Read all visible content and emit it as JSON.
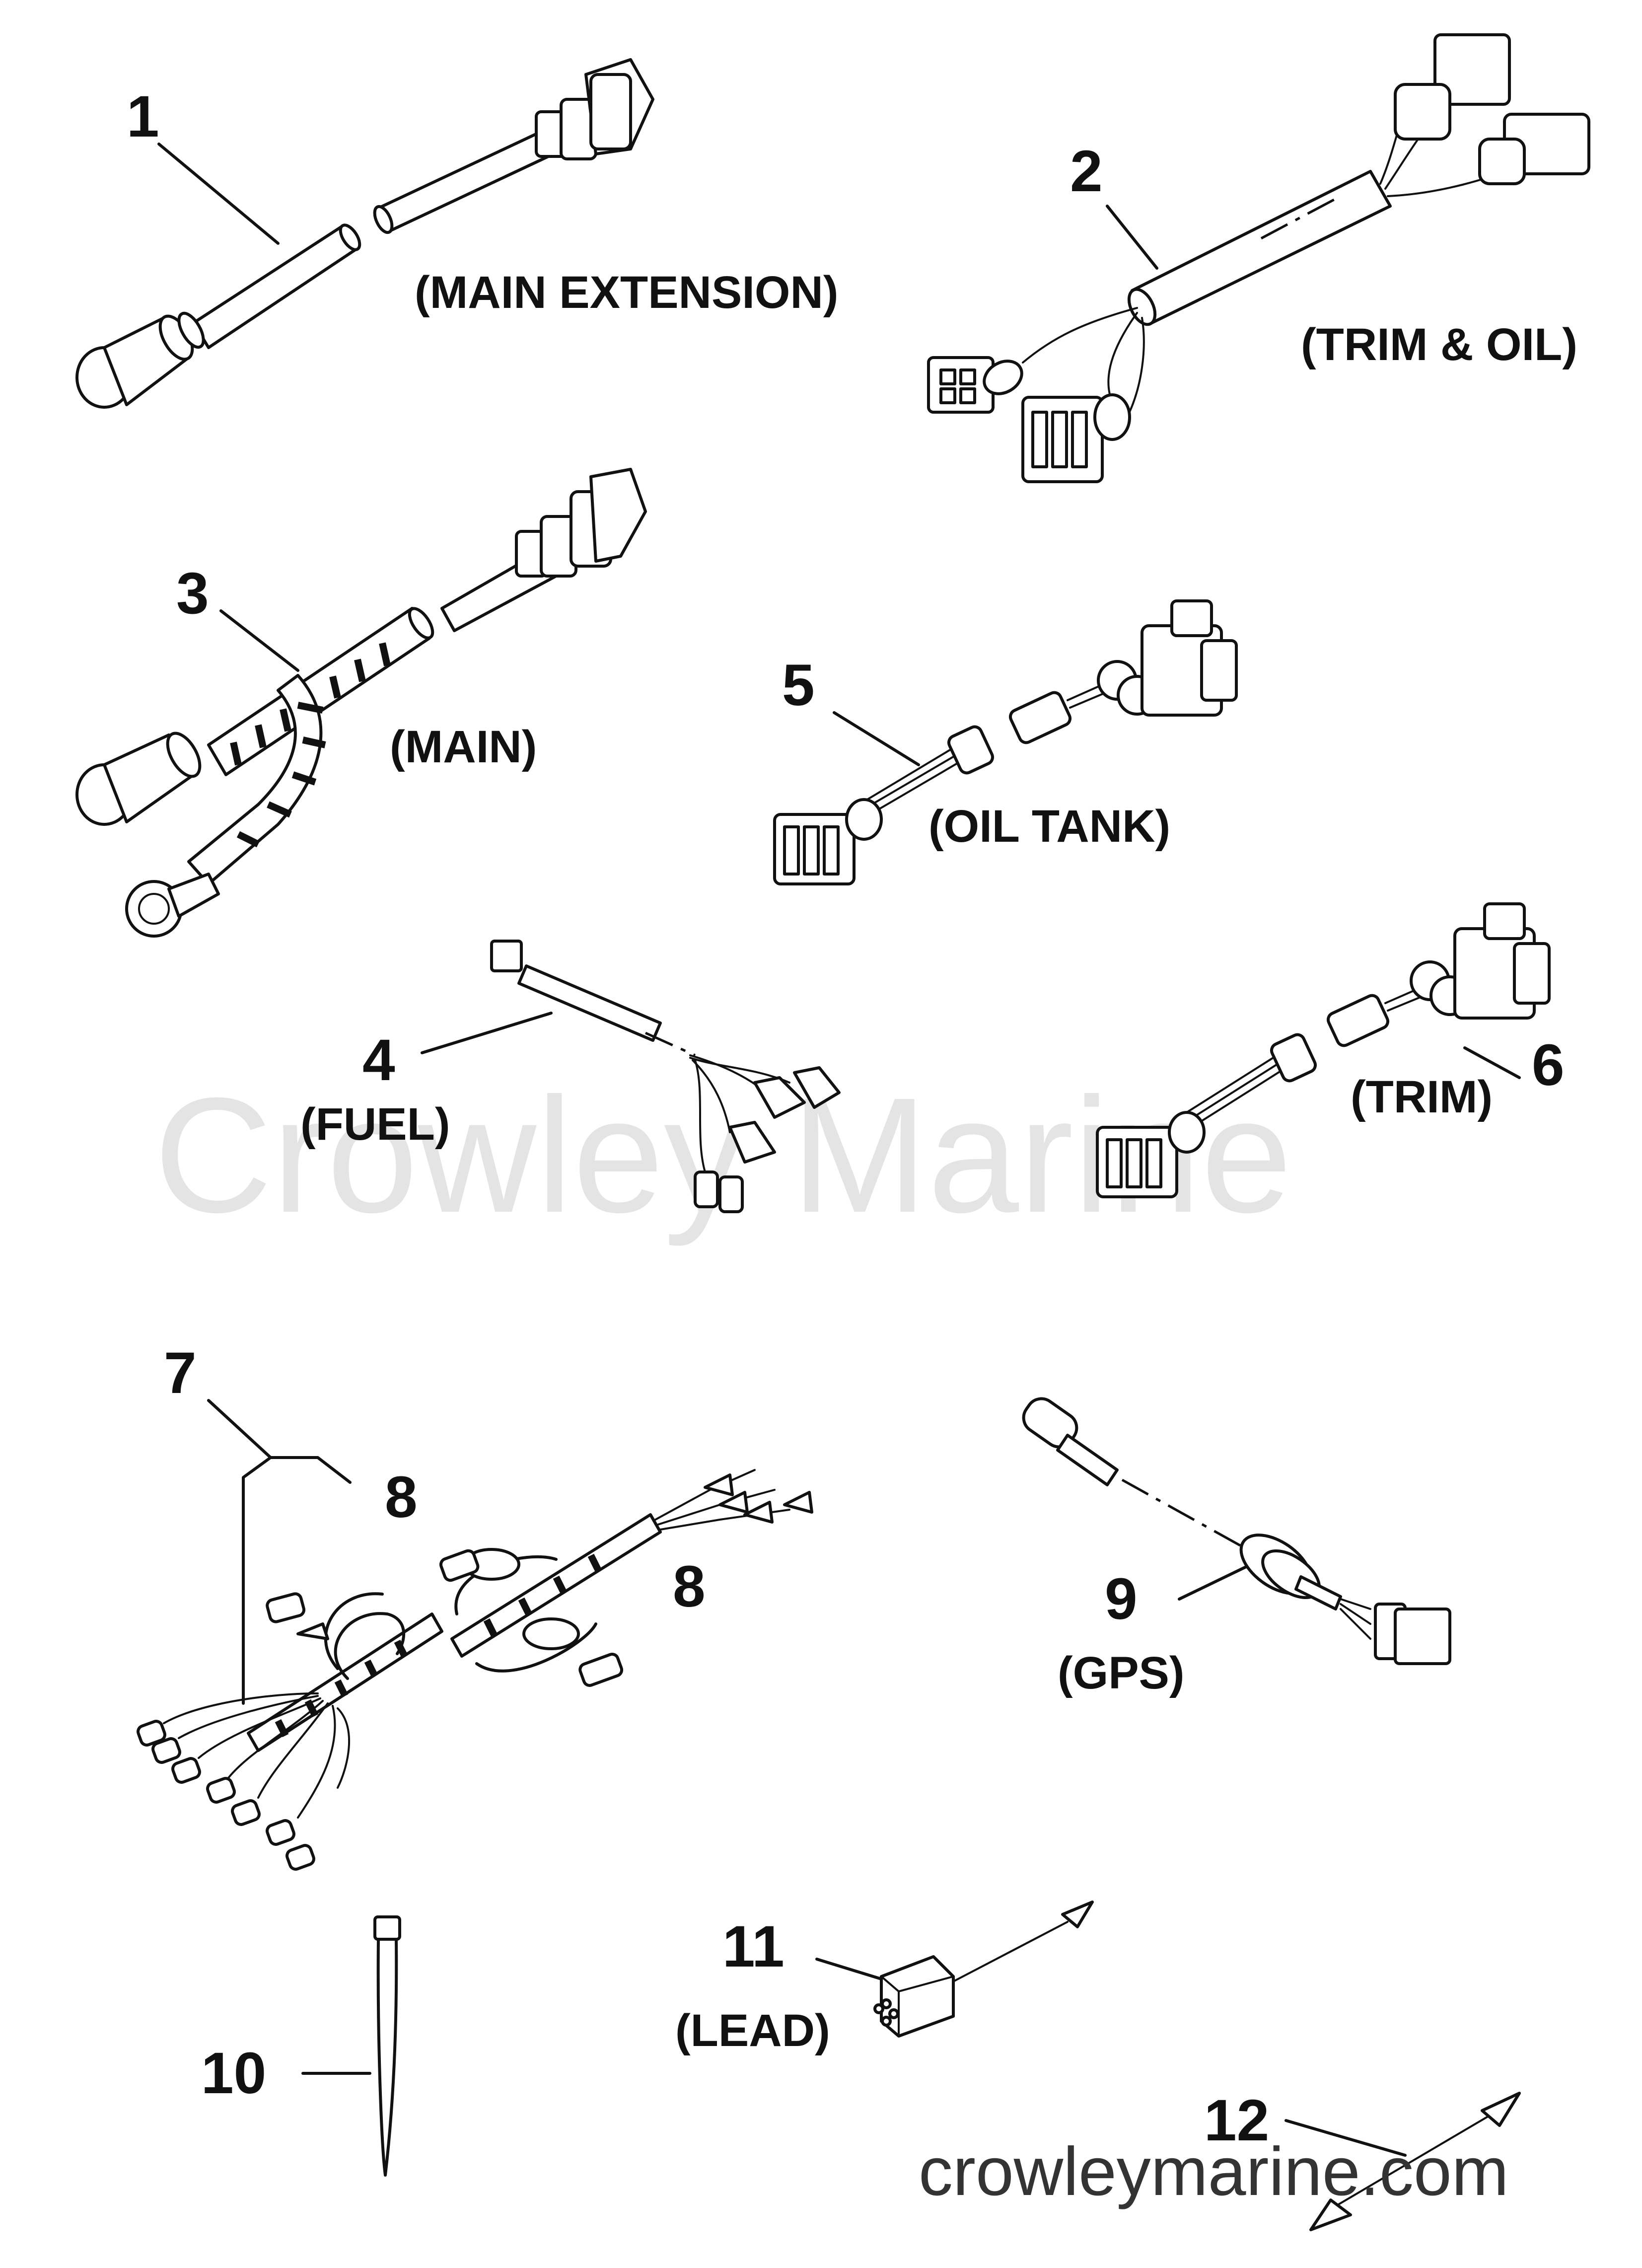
{
  "colors": {
    "ink": "#111111",
    "paper": "#ffffff",
    "watermark": "#dcdcdc"
  },
  "parts": [
    {
      "number": "1",
      "caption": "(MAIN EXTENSION)"
    },
    {
      "number": "2",
      "caption": "(TRIM & OIL)"
    },
    {
      "number": "3",
      "caption": "(MAIN)"
    },
    {
      "number": "4",
      "caption": "(FUEL)"
    },
    {
      "number": "5",
      "caption": "(OIL TANK)"
    },
    {
      "number": "6",
      "caption": "(TRIM)"
    },
    {
      "number": "7",
      "caption": ""
    },
    {
      "number": "8",
      "caption": ""
    },
    {
      "number": "8",
      "caption": ""
    },
    {
      "number": "9",
      "caption": "(GPS)"
    },
    {
      "number": "10",
      "caption": ""
    },
    {
      "number": "11",
      "caption": "(LEAD)"
    },
    {
      "number": "12",
      "caption": ""
    }
  ],
  "watermark": {
    "center": "Crowley Marine",
    "footer": "crowleymarine.com"
  }
}
